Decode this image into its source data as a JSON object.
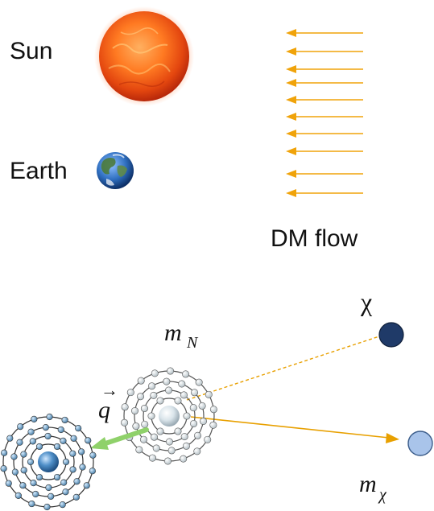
{
  "labels": {
    "sun": "Sun",
    "earth": "Earth",
    "dm_flow": "DM flow",
    "chi": "χ",
    "m_N": "m",
    "m_N_sub": "N",
    "m_chi": "m",
    "m_chi_sub": "χ",
    "q": "q",
    "q_arrow": "→"
  },
  "icons": {
    "sun": "sun-icon",
    "earth": "earth-globe-icon",
    "dm_particle_incoming": "dm-particle-icon",
    "dm_particle_outgoing": "dm-particle-icon",
    "target_atom": "atom-icon",
    "recoiling_atom": "atom-icon"
  },
  "colors": {
    "dm_flow_arrows": "#f0a30a",
    "scatter_lines": "#e8a000",
    "momentum_transfer_arrow": "#8fd16a",
    "chi_incoming": "#1f3a68",
    "chi_outgoing": "#a9c4ea",
    "sun_core": "#ff8a2a",
    "sun_edge": "#c0300c",
    "earth_ocean": "#2f6fc0",
    "earth_land": "#4b7a3a"
  },
  "dm_flow": {
    "arrow_count": 10,
    "direction": "right-to-left"
  }
}
